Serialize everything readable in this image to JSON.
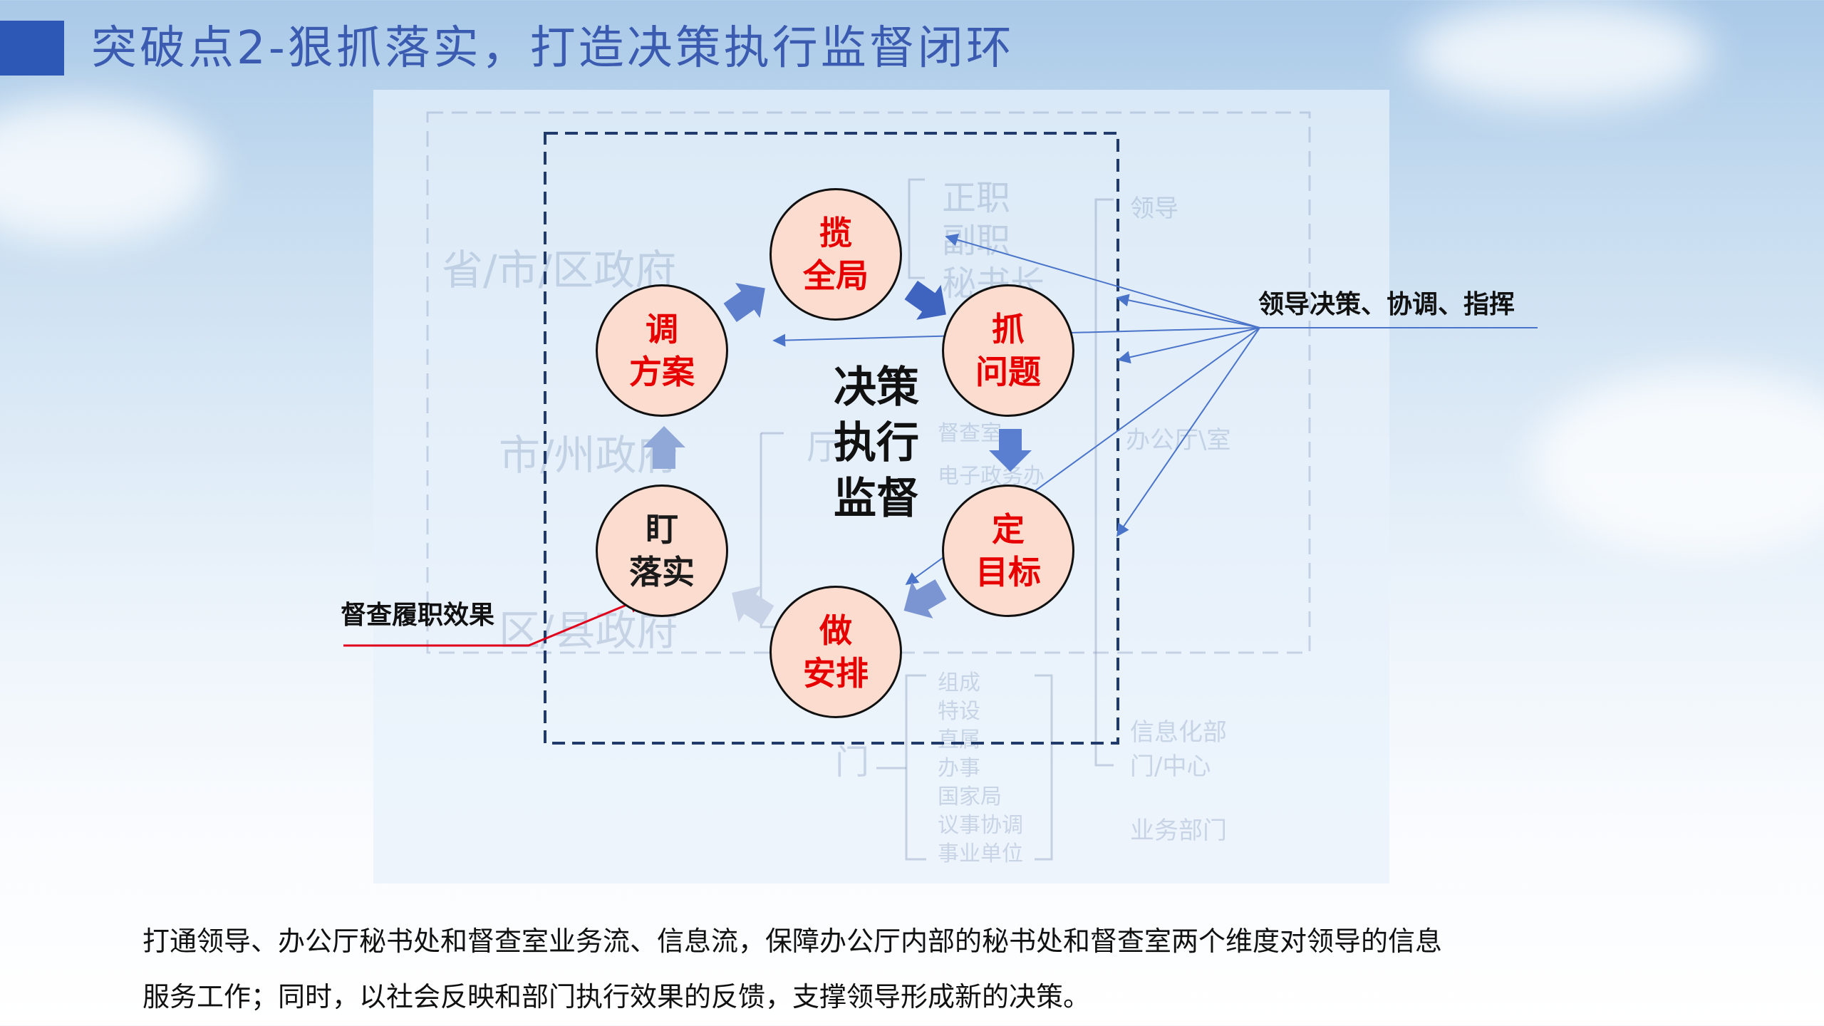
{
  "title": "突破点2-狠抓落实，打造决策执行监督闭环",
  "center_label": [
    "决策",
    "执行",
    "监督"
  ],
  "nodes": [
    {
      "id": "lan",
      "lines": [
        "揽",
        "全局"
      ],
      "color": "red"
    },
    {
      "id": "zhua",
      "lines": [
        "抓",
        "问题"
      ],
      "color": "red"
    },
    {
      "id": "ding",
      "lines": [
        "定",
        "目标"
      ],
      "color": "red"
    },
    {
      "id": "zuo",
      "lines": [
        "做",
        "安排"
      ],
      "color": "red"
    },
    {
      "id": "ding2",
      "lines": [
        "盯",
        "落实"
      ],
      "color": "black"
    },
    {
      "id": "tiao",
      "lines": [
        "调",
        "方案"
      ],
      "color": "red"
    }
  ],
  "annotations": {
    "leader": "领导决策、协调、指挥",
    "supervise": "督查履职效果"
  },
  "background_text": {
    "gov_province": "省/市/区政府",
    "gov_city": "市/州政府",
    "gov_district": "区/县政府",
    "roles": [
      "正职",
      "副职",
      "秘书长"
    ],
    "leader": "领导",
    "office": "办公厅\\室",
    "it_dept": [
      "信息化部",
      "门/中心"
    ],
    "biz_dept": "业务部门",
    "ting": "厅",
    "men": "门",
    "mid_items": [
      "督查室",
      "电子政务办"
    ],
    "dept_list": [
      "组成",
      "特设",
      "直属",
      "办事",
      "国家局",
      "议事协调",
      "事业单位"
    ]
  },
  "caption": [
    "打通领导、办公厅秘书处和督查室业务流、信息流，保障办公厅内部的秘书处和督查室两个维度对领导的信息",
    "服务工作；同时，以社会反映和部门执行效果的反馈，支撑领导形成新的决策。"
  ],
  "colors": {
    "accent_blue": "#2d58b6",
    "title_text": "#3b5bb0",
    "node_fill": "#fbdccf",
    "red_text": "#e60000",
    "dashed_border": "#1f3a6b",
    "arrow_blue": "#4a74c9",
    "annotation_red": "#e0001b"
  }
}
